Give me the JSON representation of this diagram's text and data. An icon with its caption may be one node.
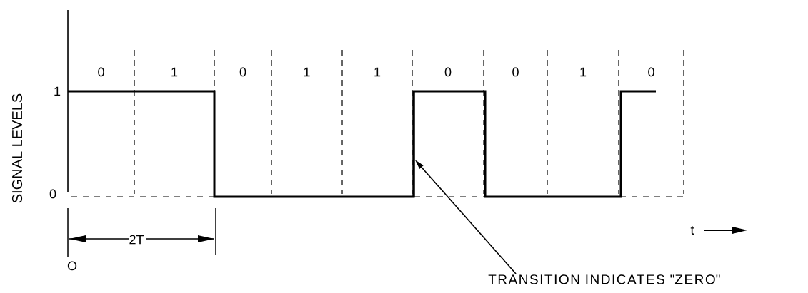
{
  "diagram": {
    "nodes": [
      {
        "text": [
          "TRANSITION INDICATES \"ZERO\""
        ]
      },
      {
        "text": [],
        "shape": "bar"
      }
    ],
    "edges": [
      {
        "from": 0,
        "to": 1,
        "arrow": "to"
      }
    ],
    "labels": [
      "SIGNAL LEVELS",
      "0",
      "1",
      "0",
      "1",
      "1",
      "0",
      "0",
      "1",
      "0",
      "1",
      "0",
      "2T",
      "O",
      "t"
    ]
  }
}
